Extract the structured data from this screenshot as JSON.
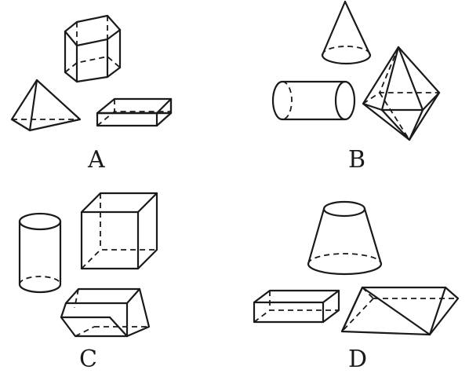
{
  "options": [
    {
      "label": "A",
      "solids": [
        "hexagonal-prism",
        "triangular-pyramid",
        "rectangular-prism"
      ]
    },
    {
      "label": "B",
      "solids": [
        "cone",
        "cylinder",
        "octahedron"
      ]
    },
    {
      "label": "C",
      "solids": [
        "cylinder",
        "cube",
        "trapezoidal-prism"
      ]
    },
    {
      "label": "D",
      "solids": [
        "frustum",
        "rectangular-prism",
        "triangular-prism"
      ]
    }
  ]
}
